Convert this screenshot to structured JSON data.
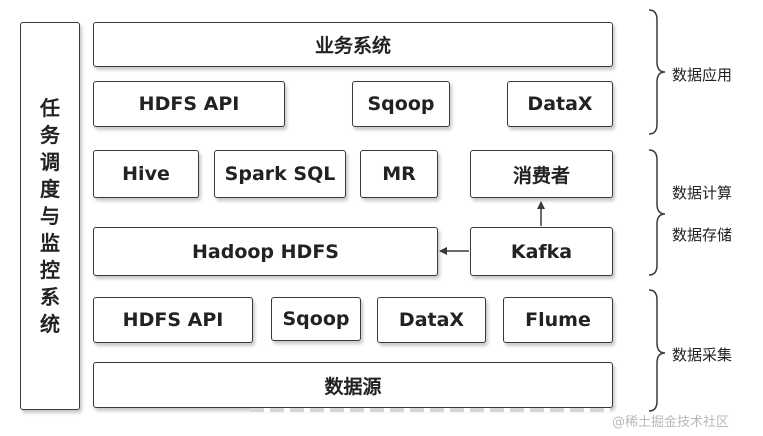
{
  "sidebar": {
    "chars": [
      "任",
      "务",
      "调",
      "度",
      "与",
      "监",
      "控",
      "系",
      "统"
    ]
  },
  "boxes": {
    "business_system": "业务系统",
    "app_hdfs_api": "HDFS API",
    "app_sqoop": "Sqoop",
    "app_datax": "DataX",
    "hive": "Hive",
    "spark_sql": "Spark SQL",
    "mr": "MR",
    "consumer": "消费者",
    "hadoop_hdfs": "Hadoop HDFS",
    "kafka": "Kafka",
    "collect_hdfs_api": "HDFS API",
    "collect_sqoop": "Sqoop",
    "collect_datax": "DataX",
    "flume": "Flume",
    "data_source": "数据源"
  },
  "side_labels": {
    "data_application": "数据应用",
    "data_compute": "数据计算",
    "data_storage": "数据存储",
    "data_collection": "数据采集"
  },
  "watermark": "@稀土掘金技术社区",
  "colors": {
    "border": "#3a3a3a",
    "text": "#222222",
    "watermark": "#b9b9b9"
  }
}
